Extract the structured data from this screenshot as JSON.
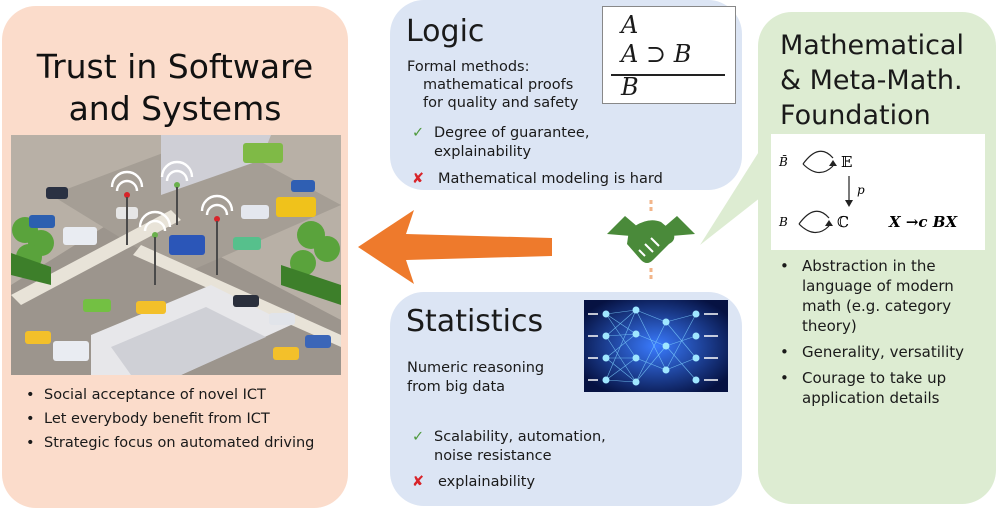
{
  "trust": {
    "title_line1": "Trust in Software",
    "title_line2": "and Systems",
    "bullets": [
      "Social acceptance of novel ICT",
      "Let everybody benefit from ICT",
      "Strategic focus on automated driving"
    ]
  },
  "logic": {
    "title": "Logic",
    "desc_line1": "Formal methods:",
    "desc_line2": "mathematical proofs",
    "desc_line3": "for quality and safety",
    "pro_line1": "Degree of guarantee,",
    "pro_line2": "explainability",
    "con": "Mathematical modeling is hard",
    "formula": {
      "a": "A",
      "impl": "A ⊃ B",
      "b": "B"
    }
  },
  "statistics": {
    "title": "Statistics",
    "desc_line1": "Numeric reasoning",
    "desc_line2": "from big data",
    "pro_line1": "Scalability, automation,",
    "pro_line2": "noise resistance",
    "con": "explainability"
  },
  "math": {
    "title_line1": "Mathematical",
    "title_line2": "& Meta-Math.",
    "title_line3": "Foundation",
    "diagram": {
      "top_left": "B̄",
      "top_right": "𝔼",
      "bot_left": "B",
      "bot_right": "ℂ",
      "map": "p",
      "coalg": "X →c BX"
    },
    "bullets": [
      "Abstraction in the language of modern math (e.g. category theory)",
      "Generality, versatility",
      "Courage to take up application details"
    ]
  },
  "symbols": {
    "check": "✓",
    "cross": "✘"
  },
  "colors": {
    "trust_bg": "#fbdccb",
    "logic_bg": "#dce5f4",
    "math_bg": "#ddecd2",
    "arrow": "#ee7a2c",
    "hands": "#4a8a3a",
    "check": "#4f9a3e",
    "cross": "#d8242a"
  }
}
